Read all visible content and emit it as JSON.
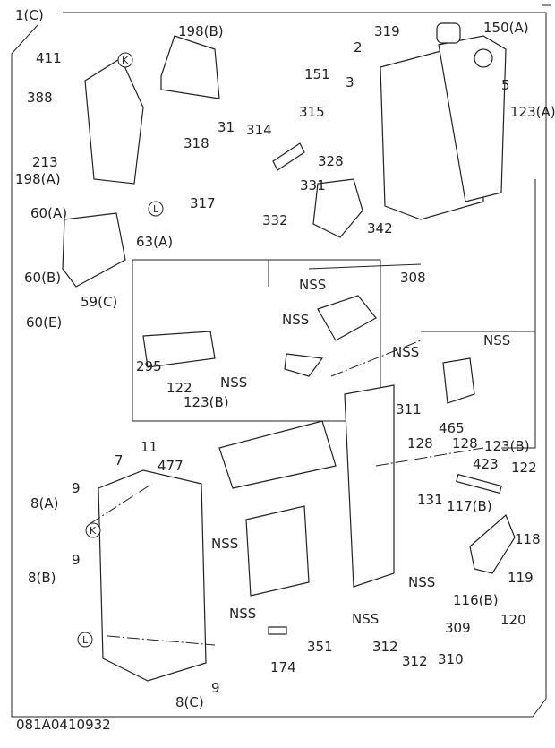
{
  "diagram_id": "081A0410932",
  "callouts": {
    "k": "K",
    "l": "L"
  },
  "labels": [
    "1(C)",
    "198(B)",
    "319",
    "150(A)",
    "411",
    "2",
    "5",
    "151",
    "3",
    "123(A)",
    "388",
    "31",
    "314",
    "315",
    "318",
    "328",
    "213",
    "198(A)",
    "317",
    "331",
    "342",
    "332",
    "60(A)",
    "63(A)",
    "60(B)",
    "59(C)",
    "60(E)",
    "NSS",
    "308",
    "NSS",
    "295",
    "122",
    "123(B)",
    "NSS",
    "NSS",
    "311",
    "NSS",
    "465",
    "128",
    "128",
    "123(B)",
    "423",
    "122",
    "131",
    "117(B)",
    "118",
    "11",
    "7",
    "477",
    "9",
    "8(A)",
    "NSS",
    "9",
    "8(B)",
    "NSS",
    "NSS",
    "NSS",
    "116(B)",
    "119",
    "120",
    "309",
    "312",
    "312",
    "310",
    "174",
    "351",
    "9",
    "8(C)"
  ]
}
